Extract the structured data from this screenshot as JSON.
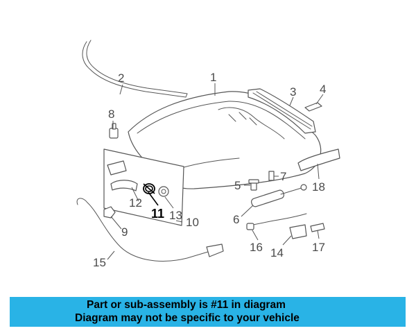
{
  "diagram": {
    "callouts": [
      "1",
      "2",
      "3",
      "4",
      "5",
      "6",
      "7",
      "8",
      "9",
      "10",
      "11",
      "12",
      "13",
      "14",
      "15",
      "16",
      "17",
      "18"
    ],
    "highlighted_part": "11",
    "accent_color": "#000000"
  },
  "banner": {
    "line1": "Part or sub-assembly is #11 in diagram",
    "line2": "Diagram may not be specific to your vehicle",
    "background": "#29b3e6"
  }
}
